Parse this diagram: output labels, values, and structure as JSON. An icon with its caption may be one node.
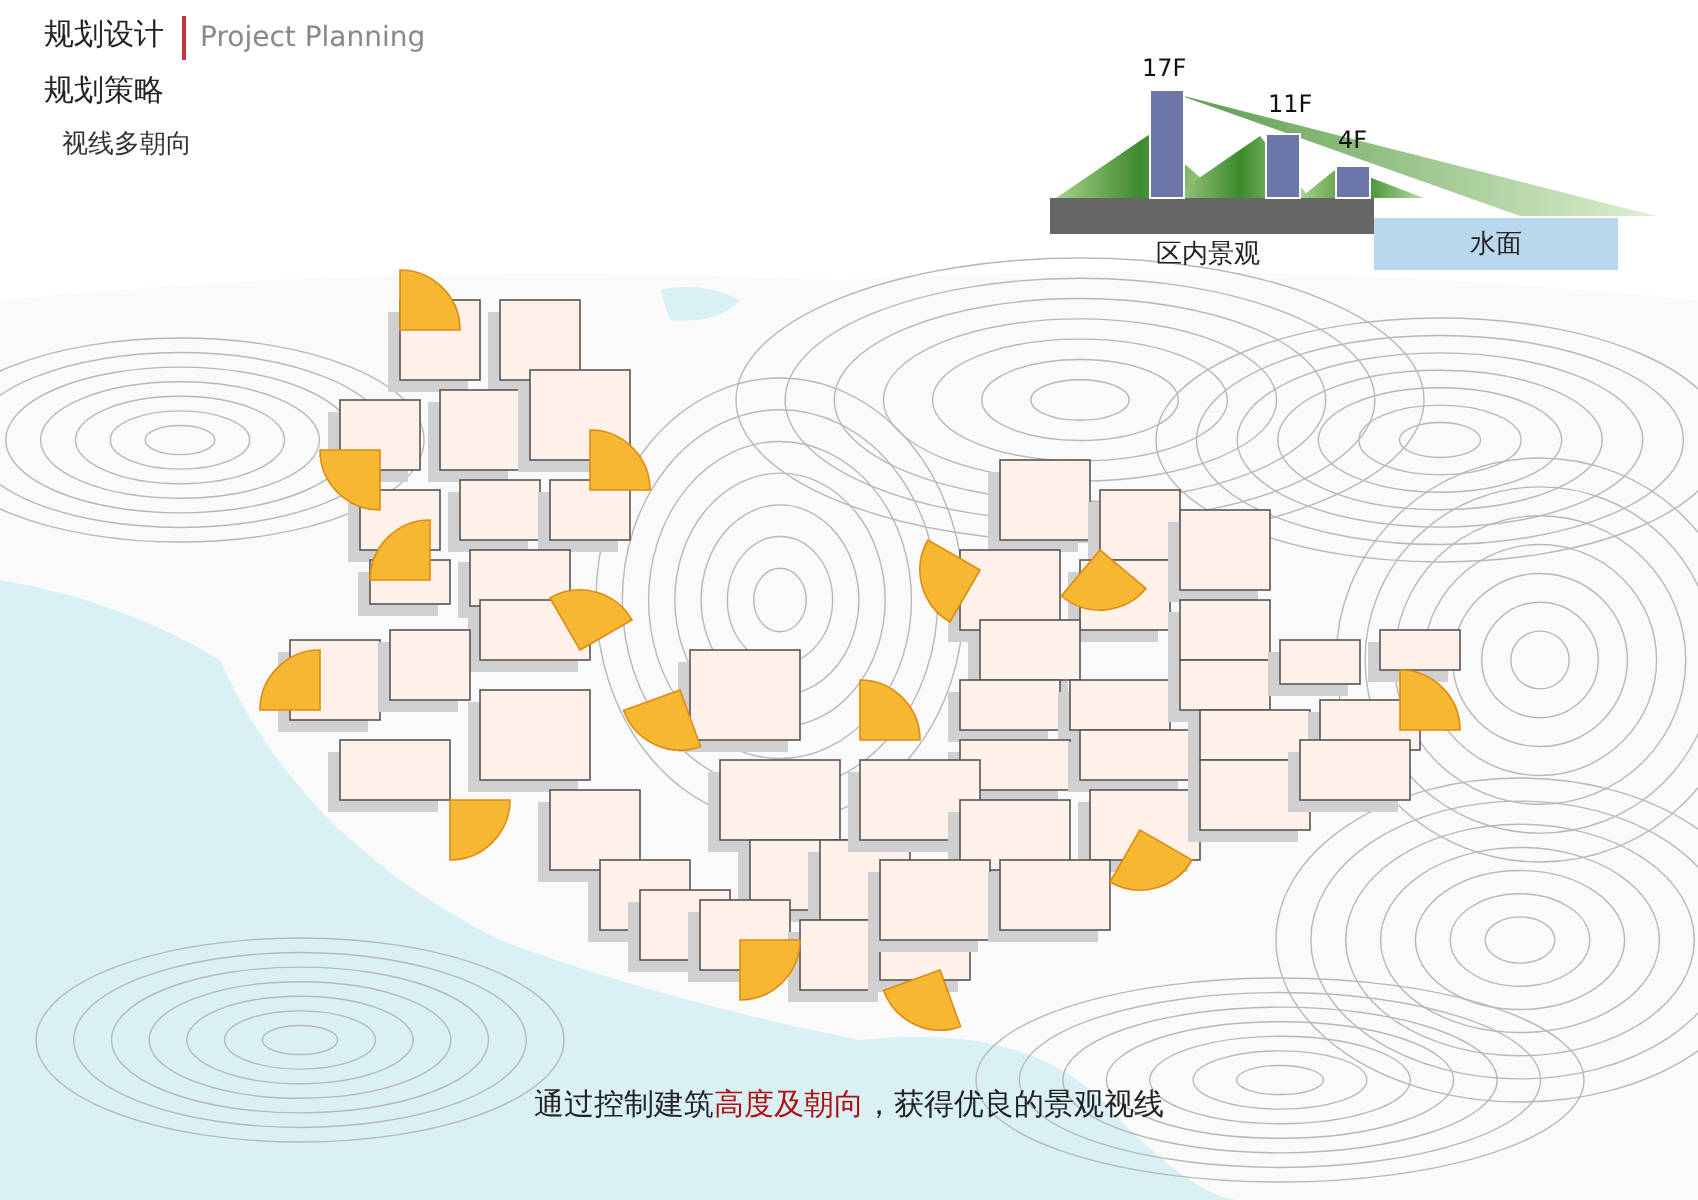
{
  "diagram": {
    "title": "规划设计",
    "caption": "通过控制建筑**高度及朝向**，获得优良的景观视线",
    "nodes": [
      {
        "text": [
          "水面"
        ]
      }
    ],
    "labels": [
      "Project Planning",
      "规划策略",
      "视线多朝向",
      "17F",
      "11F",
      "4F",
      "区内景观"
    ]
  }
}
